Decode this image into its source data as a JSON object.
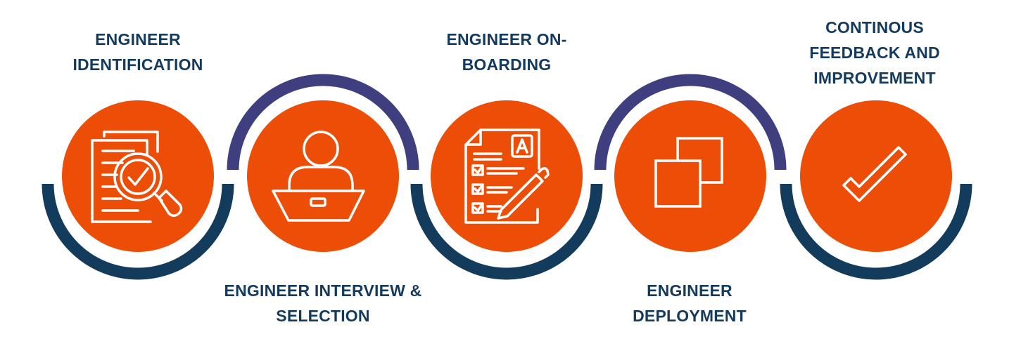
{
  "colors": {
    "circle": "#ec4e08",
    "arc_top": "#3f3f7f",
    "arc_bottom": "#123b5c",
    "label": "#143b5e",
    "icon": "#ffffff"
  },
  "steps": [
    {
      "lines": [
        "ENGINEER",
        "IDENTIFICATION"
      ],
      "icon": "document-search-icon"
    },
    {
      "lines": [
        "ENGINEER INTERVIEW &",
        "SELECTION"
      ],
      "icon": "person-laptop-icon"
    },
    {
      "lines": [
        "ENGINEER ON-",
        "BOARDING"
      ],
      "icon": "checklist-pen-icon"
    },
    {
      "lines": [
        "ENGINEER",
        "DEPLOYMENT"
      ],
      "icon": "copy-squares-icon"
    },
    {
      "lines": [
        "CONTINOUS",
        "FEEDBACK AND",
        "IMPROVEMENT"
      ],
      "icon": "checkmark-icon"
    }
  ]
}
